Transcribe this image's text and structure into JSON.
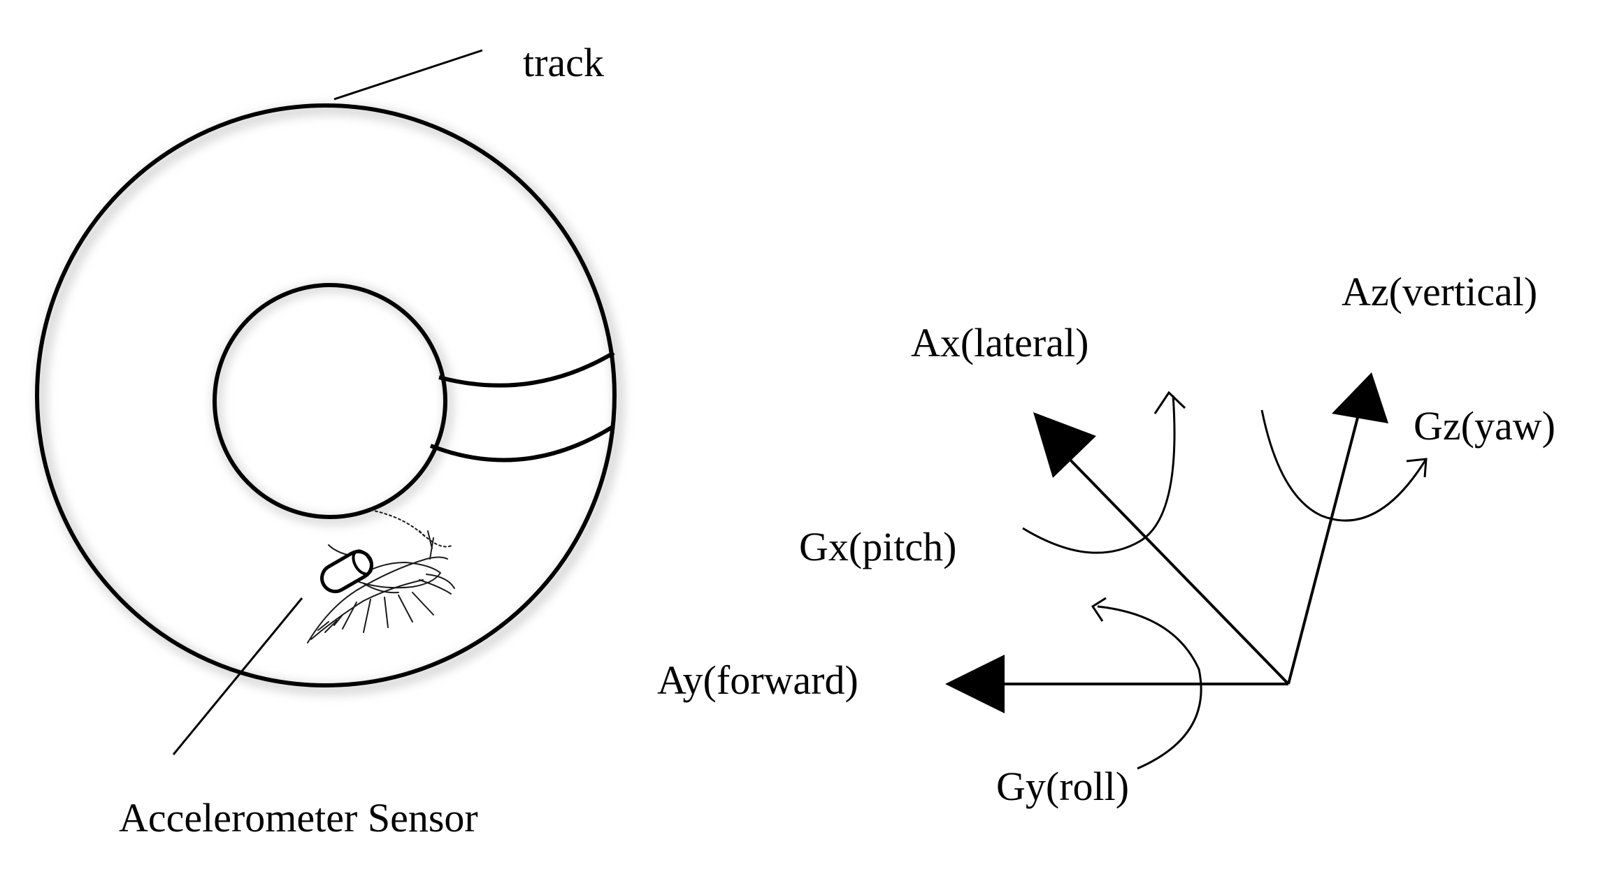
{
  "labels": {
    "track": "track",
    "sensor": "Accelerometer Sensor",
    "ax": "Ax(lateral)",
    "ay": "Ay(forward)",
    "az": "Az(vertical)",
    "gx": "Gx(pitch)",
    "gy": "Gy(roll)",
    "gz": "Gz(yaw)"
  },
  "colors": {
    "ink": "#000000",
    "background": "#ffffff",
    "shadow": "#d9d9d9"
  }
}
